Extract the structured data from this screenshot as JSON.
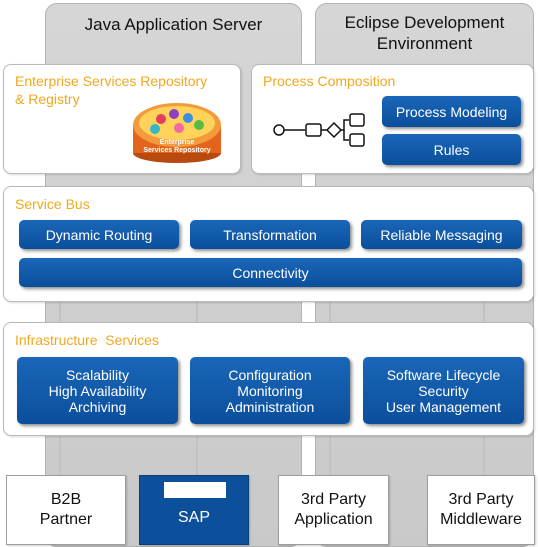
{
  "columns": {
    "java": "Java Application Server",
    "eclipse": "Eclipse Development\nEnvironment"
  },
  "esr": {
    "title": "Enterprise  Services  Repository\n& Registry",
    "logo_text": "Enterprise\nServices Repository"
  },
  "process": {
    "title": "Process Composition",
    "buttons": [
      "Process Modeling",
      "Rules"
    ]
  },
  "service_bus": {
    "title": "Service Bus",
    "buttons": [
      "Dynamic Routing",
      "Transformation",
      "Reliable Messaging"
    ],
    "connectivity": "Connectivity"
  },
  "infrastructure": {
    "title": "Infrastructure  Services",
    "buttons": [
      "Scalability\nHigh Availability\nArchiving",
      "Configuration\nMonitoring\nAdministration",
      "Software Lifecycle\nSecurity\nUser Management"
    ]
  },
  "bottom": {
    "b2b": "B2B\nPartner",
    "sap": "SAP",
    "third_app": "3rd Party\nApplication",
    "third_mw": "3rd Party\nMiddleware"
  },
  "colors": {
    "accent": "#f0a81d",
    "blue": "#0b4f9c",
    "column_gray": "#d0d0d0"
  }
}
